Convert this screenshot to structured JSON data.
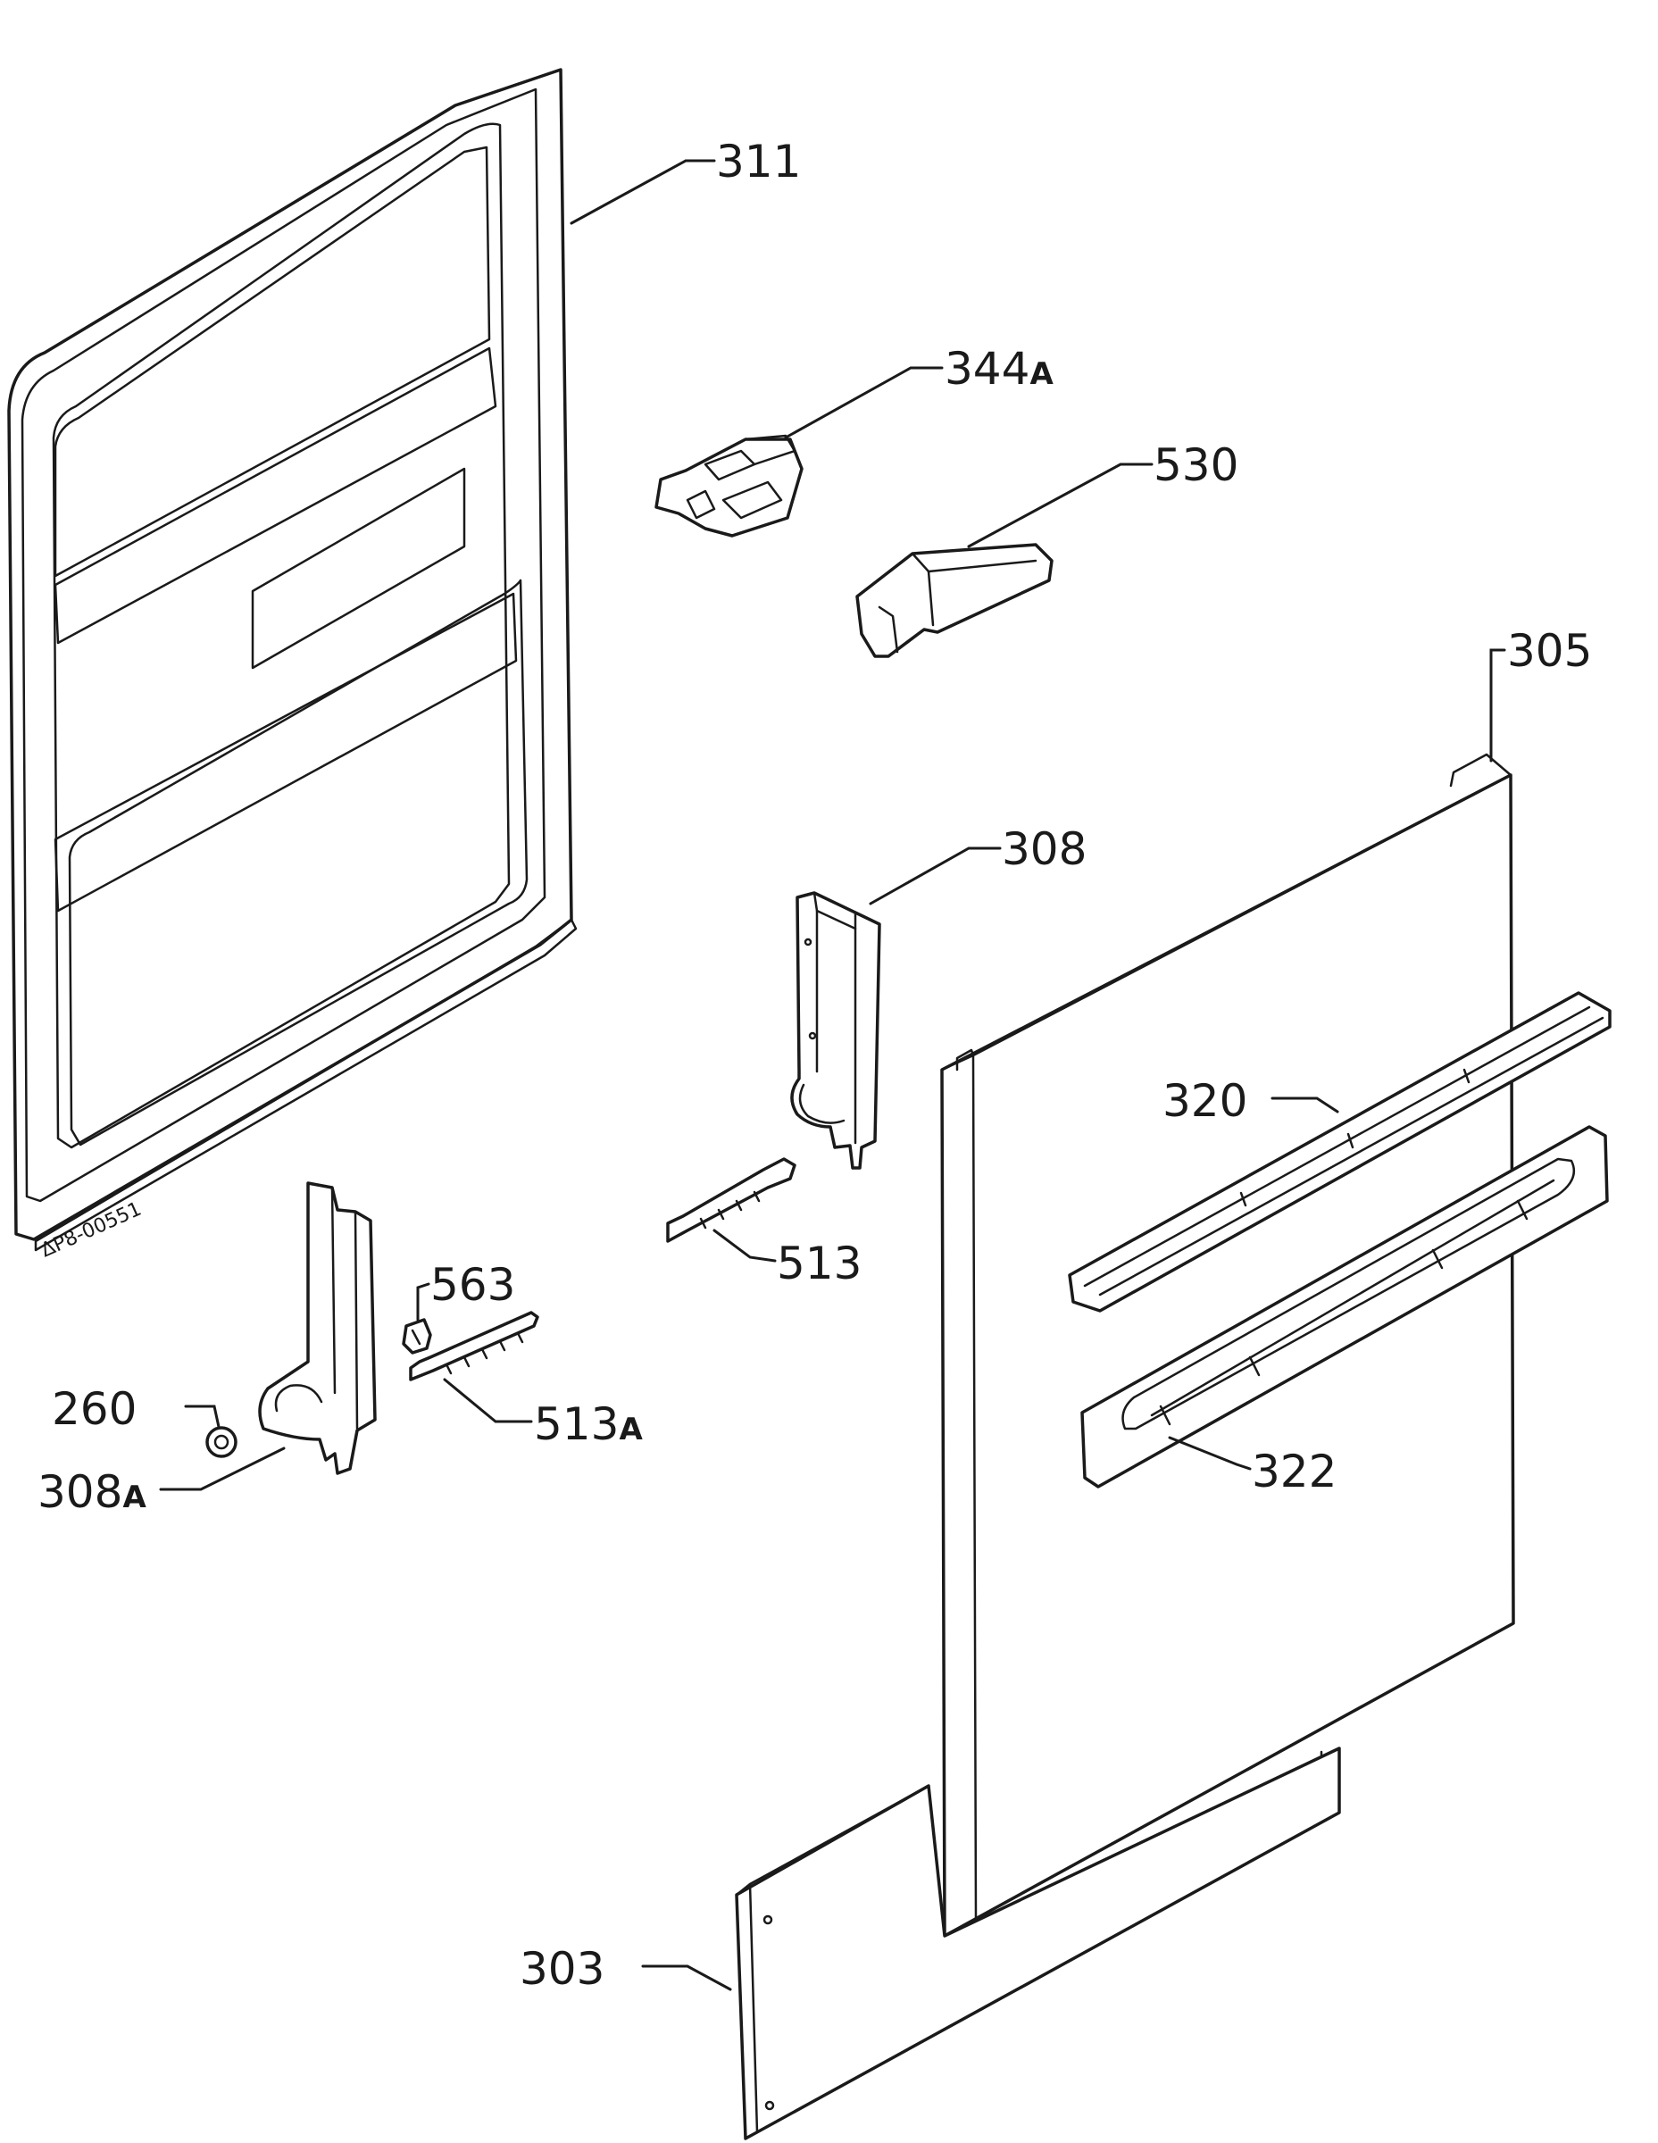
{
  "diagram": {
    "drawing_code": "ΔP8-00551",
    "callouts": [
      {
        "id": "311",
        "number": "311",
        "suffix": ""
      },
      {
        "id": "344a",
        "number": "344",
        "suffix": "A"
      },
      {
        "id": "530",
        "number": "530",
        "suffix": ""
      },
      {
        "id": "305",
        "number": "305",
        "suffix": ""
      },
      {
        "id": "308",
        "number": "308",
        "suffix": ""
      },
      {
        "id": "320",
        "number": "320",
        "suffix": ""
      },
      {
        "id": "563",
        "number": "563",
        "suffix": ""
      },
      {
        "id": "513",
        "number": "513",
        "suffix": ""
      },
      {
        "id": "260",
        "number": "260",
        "suffix": ""
      },
      {
        "id": "513a",
        "number": "513",
        "suffix": "A"
      },
      {
        "id": "308a",
        "number": "308",
        "suffix": "A"
      },
      {
        "id": "322",
        "number": "322",
        "suffix": ""
      },
      {
        "id": "303",
        "number": "303",
        "suffix": ""
      }
    ]
  }
}
